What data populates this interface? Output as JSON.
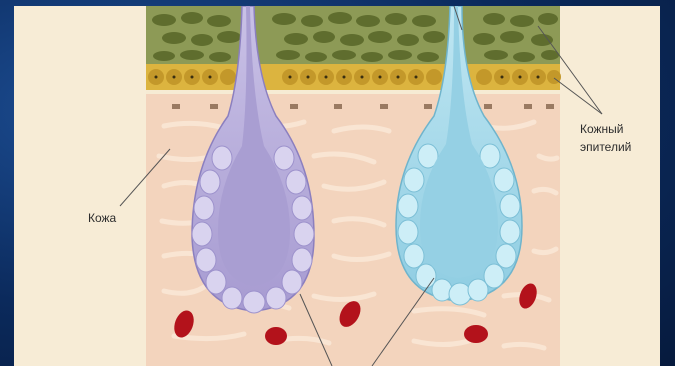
{
  "labels": {
    "skin_epithelium_line1": "Кожный",
    "skin_epithelium_line2": "эпителий",
    "skin": "Кожа"
  },
  "colors": {
    "slide_background": "#0b2a5c",
    "panel_background": "#f6ebd4",
    "dermis": "#f3d4bd",
    "upper_epithelium": "#7b8a46",
    "basal_layer": "#d9b43a",
    "left_gland": "#b9aedb",
    "right_gland": "#a9d8e8",
    "blood_cells": "#b3121b"
  }
}
